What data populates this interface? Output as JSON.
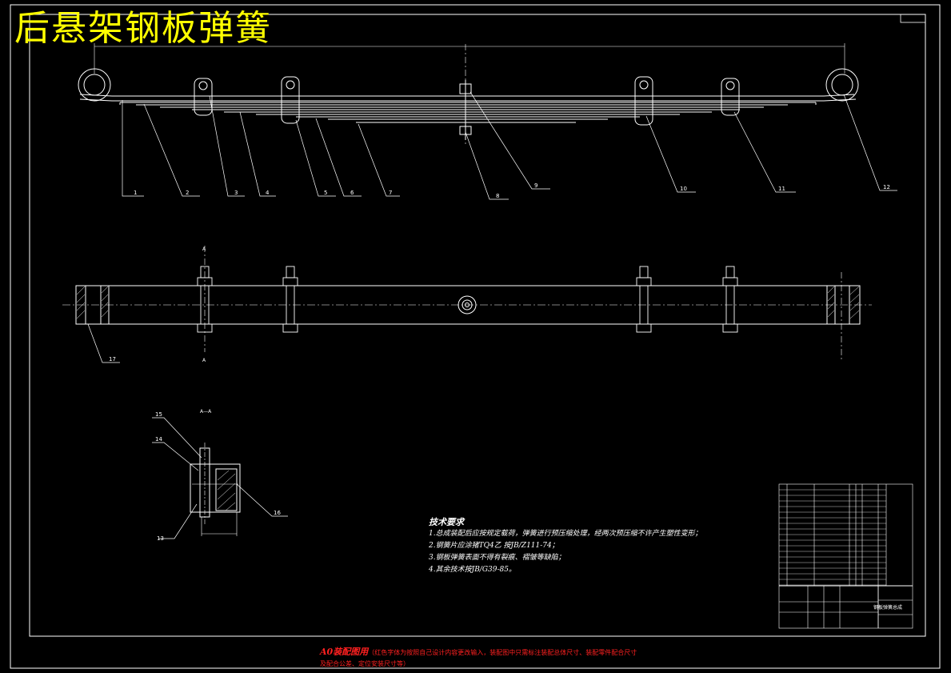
{
  "title": "后悬架钢板弹簧",
  "section_label": "A—A",
  "cut_labels": [
    "A",
    "A"
  ],
  "part_labels": [
    "1",
    "2",
    "3",
    "4",
    "5",
    "6",
    "7",
    "8",
    "9",
    "10",
    "11",
    "12",
    "13",
    "14",
    "15",
    "16",
    "17"
  ],
  "technical_requirements": {
    "heading": "技术要求",
    "items": [
      "1.总成装配后应按规定载荷，弹簧进行预压缩处理，经两次预压缩不许产生塑性变形；",
      "2.钢簧片应涂猪TQ4乙 按JB/Z111-74；",
      "3.钢板弹簧表面不得有裂痕、褶皱等缺陷；",
      "4.其余技术按JB/G39-85。"
    ]
  },
  "title_block": {
    "drawing_name": "钢板弹簧总成"
  },
  "footer": {
    "label": "A0装配图用",
    "note": "（红色字体为按照自己设计内容更改输入，装配图中只需标注装配总体尺寸、装配零件配合尺寸及配合公差、定位安装尺寸等）"
  },
  "colors": {
    "line": "#ffffff",
    "title": "#ffff00",
    "footer": "#ff2020",
    "background": "#000000"
  }
}
